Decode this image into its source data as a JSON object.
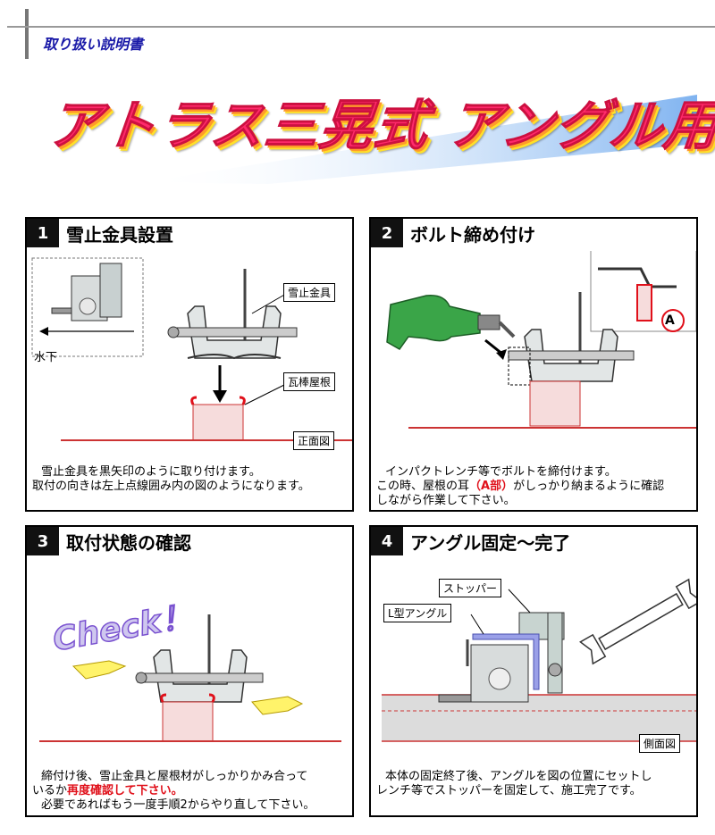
{
  "header": {
    "doc_label": "取り扱い説明書"
  },
  "banner": {
    "title": "アトラス三晃式 アングル用"
  },
  "panels": [
    {
      "num": "1",
      "title": "雪止金具設置",
      "labels": {
        "snow_stop": "雪止金具",
        "roof": "瓦棒屋根",
        "front_view": "正面図",
        "water_down": "水下"
      },
      "desc": [
        "雪止金具を黒矢印のように取り付けます。",
        "取付の向きは左上点線囲み内の図のようになります。"
      ]
    },
    {
      "num": "2",
      "title": "ボルト締め付け",
      "labels": {
        "part_a": "A"
      },
      "desc_parts": [
        "インパクトレンチ等でボルトを締付けます。",
        "この時、屋根の耳",
        "（A部）",
        "がしっかり納まるように確認",
        "しながら作業して下さい。"
      ]
    },
    {
      "num": "3",
      "title": "取付状態の確認",
      "labels": {
        "check": "Check！"
      },
      "desc_parts": [
        "締付け後、雪止金具と屋根材がしっかりかみ合って",
        "いるか",
        "再度確認して下さい。",
        "必要であればもう一度手順2からやり直して下さい。"
      ]
    },
    {
      "num": "4",
      "title": "アングル固定～完了",
      "labels": {
        "stopper": "ストッパー",
        "l_angle": "L型アングル",
        "side_view": "側面図"
      },
      "desc": [
        "本体の固定終了後、アングルを図の位置にセットし",
        "レンチ等でストッパーを固定して、施工完了です。"
      ]
    }
  ],
  "colors": {
    "title_pink": "#ff2a6b",
    "accent_red": "#e0101a",
    "doc_blue": "#1a1aa8",
    "drill_green": "#2e9a3a"
  }
}
